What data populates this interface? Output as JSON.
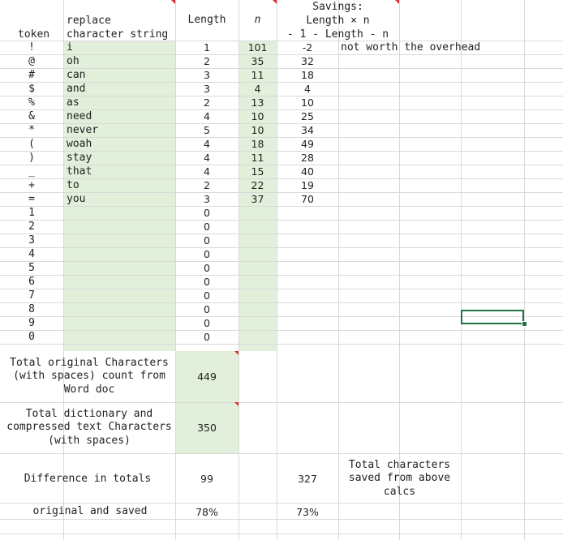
{
  "headers": {
    "token": "token",
    "replace": "replace",
    "character_string": "character string",
    "length": "Length",
    "n": "n",
    "savings_1": "Savings:",
    "savings_2": "Length × n",
    "savings_3": "- 1 - Length - n"
  },
  "rows": [
    {
      "token": "!",
      "string": "i",
      "length": "1",
      "n": "101",
      "savings": "-2",
      "note": "not worth the overhead"
    },
    {
      "token": "@",
      "string": "oh",
      "length": "2",
      "n": "35",
      "savings": "32",
      "note": ""
    },
    {
      "token": "#",
      "string": "can",
      "length": "3",
      "n": "11",
      "savings": "18",
      "note": ""
    },
    {
      "token": "$",
      "string": "and",
      "length": "3",
      "n": "4",
      "savings": "4",
      "note": ""
    },
    {
      "token": "%",
      "string": "as",
      "length": "2",
      "n": "13",
      "savings": "10",
      "note": ""
    },
    {
      "token": "&",
      "string": "need",
      "length": "4",
      "n": "10",
      "savings": "25",
      "note": ""
    },
    {
      "token": "*",
      "string": "never",
      "length": "5",
      "n": "10",
      "savings": "34",
      "note": ""
    },
    {
      "token": "(",
      "string": "woah",
      "length": "4",
      "n": "18",
      "savings": "49",
      "note": ""
    },
    {
      "token": ")",
      "string": "stay",
      "length": "4",
      "n": "11",
      "savings": "28",
      "note": ""
    },
    {
      "token": "_",
      "string": "that",
      "length": "4",
      "n": "15",
      "savings": "40",
      "note": ""
    },
    {
      "token": "+",
      "string": "to",
      "length": "2",
      "n": "22",
      "savings": "19",
      "note": ""
    },
    {
      "token": "=",
      "string": "you",
      "length": "3",
      "n": "37",
      "savings": "70",
      "note": ""
    },
    {
      "token": "1",
      "string": "",
      "length": "0",
      "n": "",
      "savings": "",
      "note": ""
    },
    {
      "token": "2",
      "string": "",
      "length": "0",
      "n": "",
      "savings": "",
      "note": ""
    },
    {
      "token": "3",
      "string": "",
      "length": "0",
      "n": "",
      "savings": "",
      "note": ""
    },
    {
      "token": "4",
      "string": "",
      "length": "0",
      "n": "",
      "savings": "",
      "note": ""
    },
    {
      "token": "5",
      "string": "",
      "length": "0",
      "n": "",
      "savings": "",
      "note": ""
    },
    {
      "token": "6",
      "string": "",
      "length": "0",
      "n": "",
      "savings": "",
      "note": ""
    },
    {
      "token": "7",
      "string": "",
      "length": "0",
      "n": "",
      "savings": "",
      "note": ""
    },
    {
      "token": "8",
      "string": "",
      "length": "0",
      "n": "",
      "savings": "",
      "note": ""
    },
    {
      "token": "9",
      "string": "",
      "length": "0",
      "n": "",
      "savings": "",
      "note": ""
    },
    {
      "token": "0",
      "string": "",
      "length": "0",
      "n": "",
      "savings": "",
      "note": ""
    }
  ],
  "summary": {
    "total_original_label": "Total original Characters (with spaces) count from Word doc",
    "total_original_value": "449",
    "total_compressed_label": "Total dictionary and compressed text Characters (with spaces)",
    "total_compressed_value": "350",
    "difference_label": "Difference in totals",
    "difference_value": "99",
    "difference_savings": "327",
    "saved_note": "Total characters saved from above calcs",
    "ratio_label": "original and saved",
    "ratio_value": "78%",
    "ratio_savings": "73%"
  },
  "colors": {
    "input_fill": "#e2efda",
    "gridline": "#d9d9d9",
    "comment_marker": "#e0302c",
    "selection": "#217346"
  }
}
